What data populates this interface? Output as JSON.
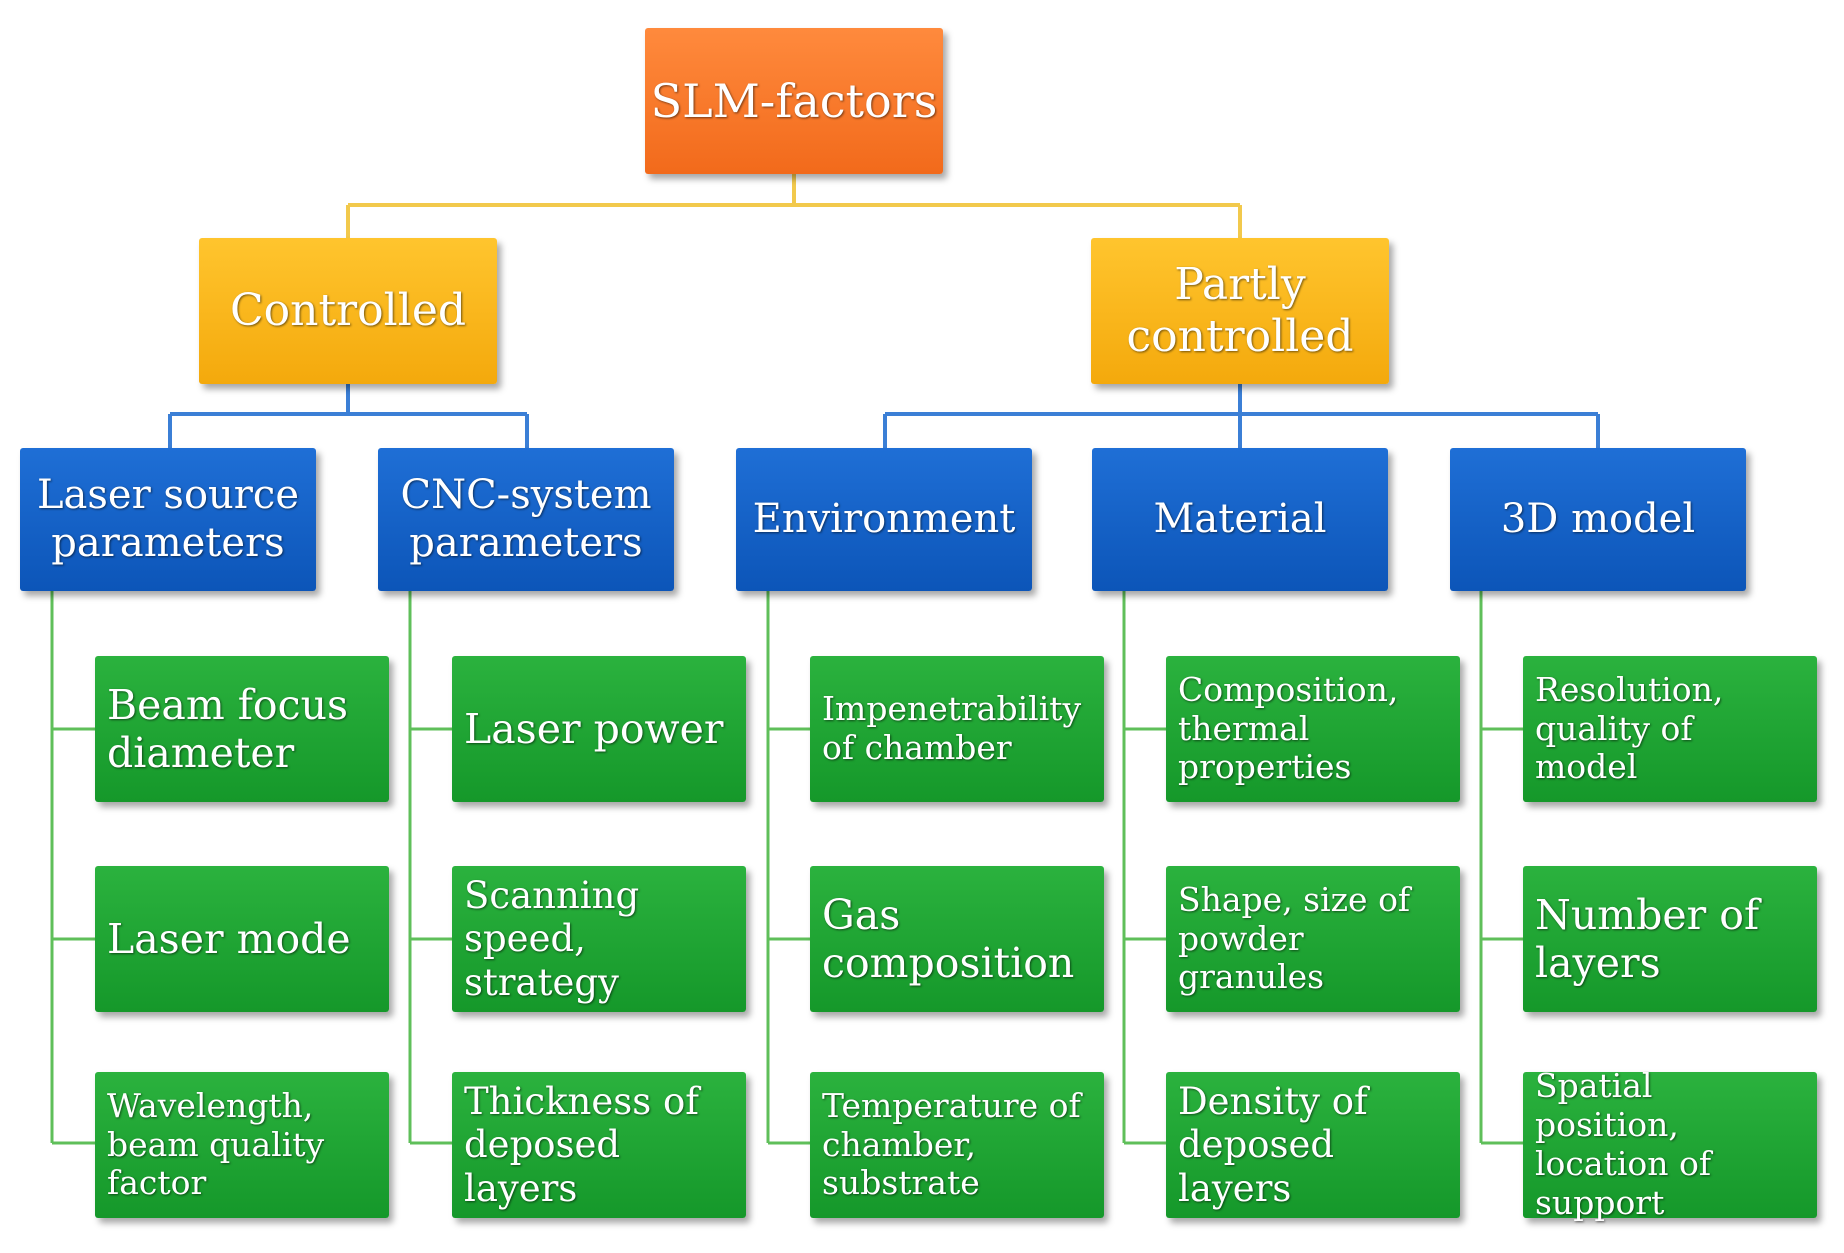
{
  "root": {
    "label": "SLM-factors"
  },
  "categories": [
    {
      "label": "Controlled"
    },
    {
      "label": "Partly controlled"
    }
  ],
  "groups": [
    {
      "label": "Laser source parameters",
      "items": [
        "Beam focus diameter",
        "Laser mode",
        "Wavelength, beam quality factor"
      ]
    },
    {
      "label": "CNC-system parameters",
      "items": [
        "Laser power",
        "Scanning speed, strategy",
        "Thickness of deposed layers"
      ]
    },
    {
      "label": "Environment",
      "items": [
        "Impenetrability of chamber",
        "Gas composition",
        "Temperature of chamber, substrate"
      ]
    },
    {
      "label": "Material",
      "items": [
        "Composition, thermal properties",
        "Shape, size of powder granules",
        "Density of deposed layers"
      ]
    },
    {
      "label": "3D model",
      "items": [
        "Resolution, quality of model",
        "Number of layers",
        "Spatial position, location of support"
      ]
    }
  ],
  "colors": {
    "root": "#f26a1b",
    "category": "#f4a90c",
    "group": "#0c55b8",
    "leaf": "#15982a",
    "connector_root": "#f2c94c",
    "connector_group": "#3b7fd6",
    "connector_leaf": "#5fbf5a"
  }
}
